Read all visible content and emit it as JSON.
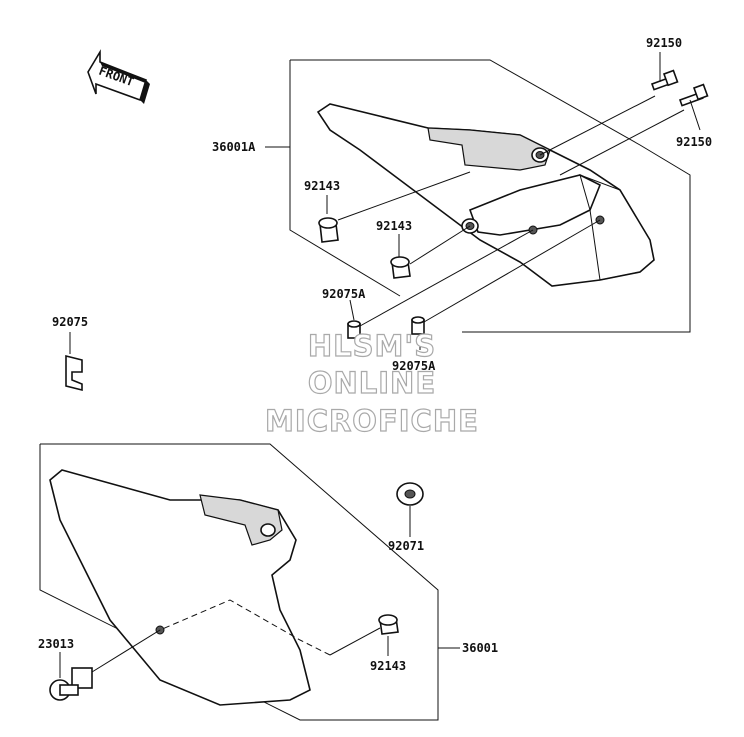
{
  "labels": {
    "p92150_top": "92150",
    "p92150_right": "92150",
    "p36001A": "36001A",
    "p92143_left": "92143",
    "p92143_mid": "92143",
    "p92075A_left": "92075A",
    "p92075A_right": "92075A",
    "p92075": "92075",
    "p92071": "92071",
    "p23013": "23013",
    "p92143_bottom": "92143",
    "p36001": "36001"
  },
  "front_arrow": {
    "label": "FRONT"
  },
  "watermark": {
    "line1": "HLSM'S",
    "line2": "ONLINE",
    "line3": "MICROFICHE"
  }
}
